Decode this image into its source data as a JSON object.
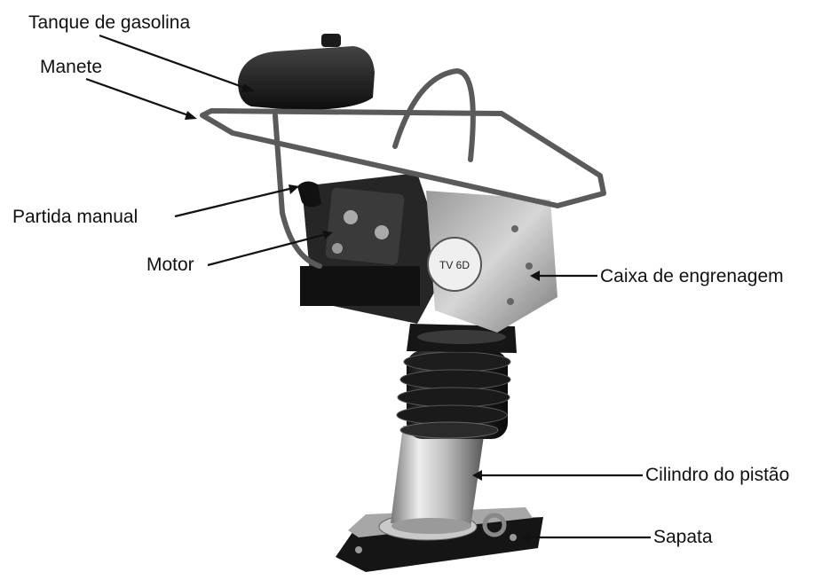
{
  "labels": {
    "tanque": "Tanque de gasolina",
    "manete": "Manete",
    "partida": "Partida manual",
    "motor": "Motor",
    "caixa": "Caixa de engrenagem",
    "cilindro": "Cilindro do pistão",
    "sapata": "Sapata"
  },
  "nameplate": "TV 6D",
  "colors": {
    "background": "#ffffff",
    "text": "#111111",
    "leader_line": "#111111"
  }
}
